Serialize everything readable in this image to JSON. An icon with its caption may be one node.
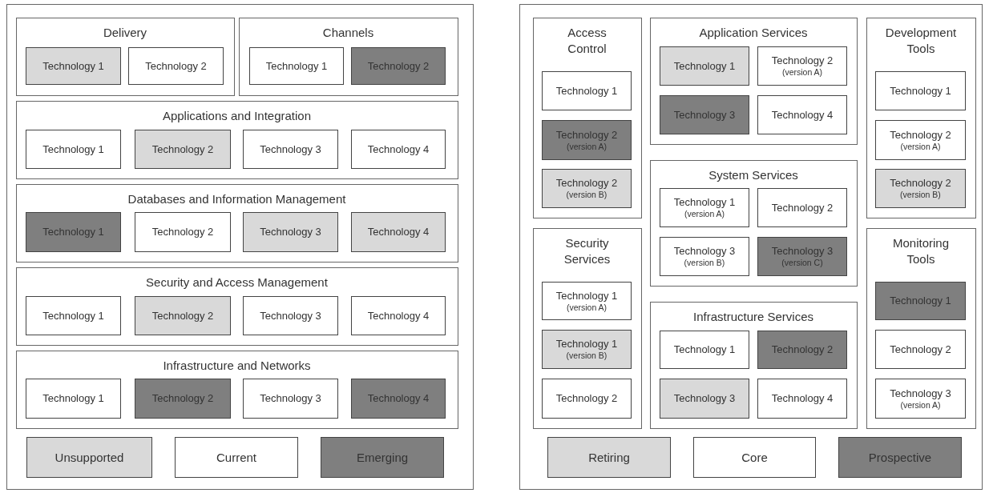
{
  "diagram": {
    "nodes": [
      {
        "text": [],
        "shape": "box"
      },
      {
        "text": [
          "Delivery"
        ],
        "in": 0
      },
      {
        "text": [
          "Technology 1"
        ],
        "in": 1
      },
      {
        "text": [
          "Technology 2"
        ],
        "in": 1
      },
      {
        "text": [
          "Channels"
        ],
        "in": 0
      },
      {
        "text": [
          "Technology 1"
        ],
        "in": 4
      },
      {
        "text": [
          "Technology 2"
        ],
        "in": 4
      },
      {
        "text": [
          "Applications and Integration"
        ],
        "in": 0
      },
      {
        "text": [
          "Technology 1"
        ],
        "in": 7
      },
      {
        "text": [
          "Technology 2"
        ],
        "in": 7
      },
      {
        "text": [
          "Technology 3"
        ],
        "in": 7
      },
      {
        "text": [
          "Technology 4"
        ],
        "in": 7
      },
      {
        "text": [
          "Databases and Information Management"
        ],
        "in": 0
      },
      {
        "text": [
          "Technology 1"
        ],
        "in": 12
      },
      {
        "text": [
          "Technology 2"
        ],
        "in": 12
      },
      {
        "text": [
          "Technology 3"
        ],
        "in": 12
      },
      {
        "text": [
          "Technology 4"
        ],
        "in": 12
      },
      {
        "text": [
          "Security and Access Management"
        ],
        "in": 0
      },
      {
        "text": [
          "Technology 1"
        ],
        "in": 17
      },
      {
        "text": [
          "Technology 2"
        ],
        "in": 17
      },
      {
        "text": [
          "Technology 3"
        ],
        "in": 17
      },
      {
        "text": [
          "Technology 4"
        ],
        "in": 17
      },
      {
        "text": [
          "Infrastructure and Networks"
        ],
        "in": 0
      },
      {
        "text": [
          "Technology 1"
        ],
        "in": 22
      },
      {
        "text": [
          "Technology 2"
        ],
        "in": 22
      },
      {
        "text": [
          "Technology 3"
        ],
        "in": 22
      },
      {
        "text": [
          "Technology 4"
        ],
        "in": 22
      },
      {
        "text": [],
        "shape": "box"
      },
      {
        "text": [
          "Access Control"
        ],
        "in": 27
      },
      {
        "text": [
          "Technology 1"
        ],
        "in": 28
      },
      {
        "text": [
          "Technology 2",
          "(version A)"
        ],
        "in": 28
      },
      {
        "text": [
          "Technology 2",
          "(version B)"
        ],
        "in": 28
      },
      {
        "text": [
          "Application Services"
        ],
        "in": 27
      },
      {
        "text": [
          "Technology 1"
        ],
        "in": 32
      },
      {
        "text": [
          "Technology 2",
          "(version A)"
        ],
        "in": 32
      },
      {
        "text": [
          "Technology 3"
        ],
        "in": 32
      },
      {
        "text": [
          "Technology 4"
        ],
        "in": 32
      },
      {
        "text": [
          "Development Tools"
        ],
        "in": 27
      },
      {
        "text": [
          "Technology 1"
        ],
        "in": 37
      },
      {
        "text": [
          "Technology 2",
          "(version A)"
        ],
        "in": 37
      },
      {
        "text": [
          "Technology 2",
          "(version B)"
        ],
        "in": 37
      },
      {
        "text": [
          "Security Services"
        ],
        "in": 27
      },
      {
        "text": [
          "Technology 1",
          "(version A)"
        ],
        "in": 41
      },
      {
        "text": [
          "Technology 1",
          "(version B)"
        ],
        "in": 41
      },
      {
        "text": [
          "Technology 2"
        ],
        "in": 41
      },
      {
        "text": [
          "System Services"
        ],
        "in": 27
      },
      {
        "text": [
          "Technology 1",
          "(version A)"
        ],
        "in": 45
      },
      {
        "text": [
          "Technology 2"
        ],
        "in": 45
      },
      {
        "text": [
          "Technology 3",
          "(version B)"
        ],
        "in": 45
      },
      {
        "text": [
          "Technology 3",
          "(version C)"
        ],
        "in": 45
      },
      {
        "text": [
          "Monitoring Tools"
        ],
        "in": 27
      },
      {
        "text": [
          "Technology 1"
        ],
        "in": 50
      },
      {
        "text": [
          "Technology 2"
        ],
        "in": 50
      },
      {
        "text": [
          "Technology 3",
          "(version A)"
        ],
        "in": 50
      },
      {
        "text": [
          "Infrastructure Services"
        ],
        "in": 27
      },
      {
        "text": [
          "Technology 1"
        ],
        "in": 54
      },
      {
        "text": [
          "Technology 2"
        ],
        "in": 54
      },
      {
        "text": [
          "Technology 3"
        ],
        "in": 54
      },
      {
        "text": [
          "Technology 4"
        ],
        "in": 54
      }
    ],
    "legend": [
      {
        "text": "Unsupported",
        "color": "#d9d9d9"
      },
      {
        "text": "Current",
        "color": "#ffffff"
      },
      {
        "text": "Emerging",
        "color": "#7f7f7f"
      },
      {
        "text": "Retiring",
        "color": "#d9d9d9"
      },
      {
        "text": "Core",
        "color": "#ffffff"
      },
      {
        "text": "Prospective",
        "color": "#7f7f7f"
      }
    ]
  }
}
